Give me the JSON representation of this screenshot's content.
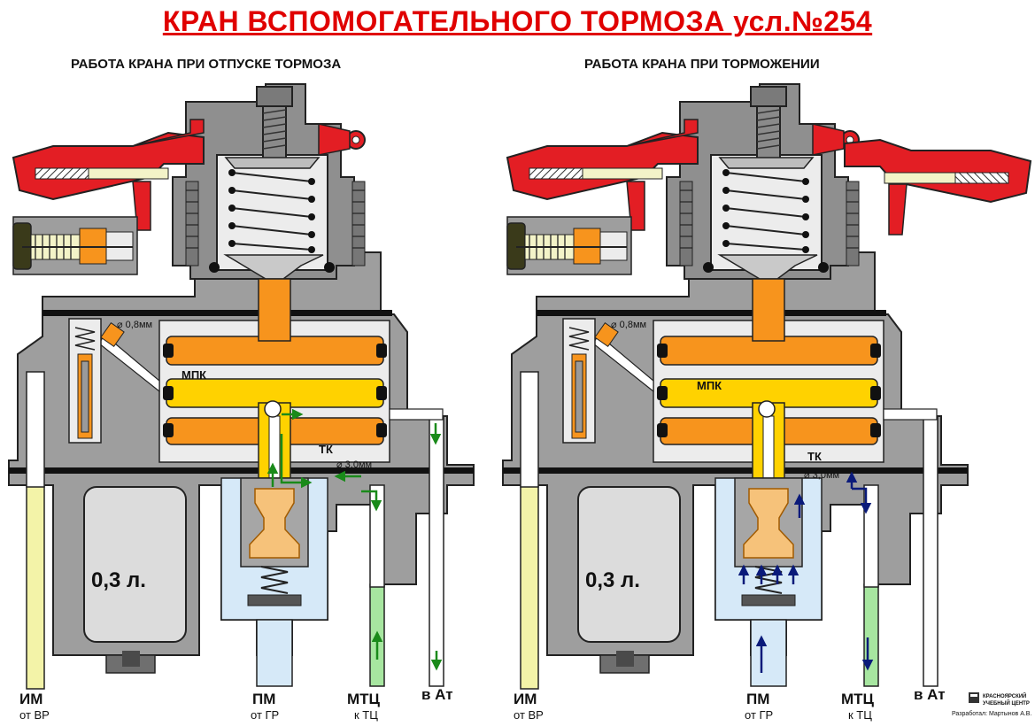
{
  "title": "КРАН ВСПОМОГАТЕЛЬНОГО ТОРМОЗА усл.№254",
  "left_diagram": {
    "subtitle": "РАБОТА КРАНА ПРИ ОТПУСКЕ ТОРМОЗА",
    "orifice_top": "⌀ 0,8мм",
    "orifice_tk": "⌀ 3,0мм",
    "mpk": "МПК",
    "tk": "ТК",
    "volume": "0,3 л.",
    "arrow_color": "#1a8a1a",
    "ports": {
      "im": {
        "label": "ИМ",
        "sub": "от ВР"
      },
      "pm": {
        "label": "ПМ",
        "sub": "от ГР"
      },
      "mtc": {
        "label": "МТЦ",
        "sub": "к ТЦ"
      },
      "at": {
        "label": "в Ат"
      }
    }
  },
  "right_diagram": {
    "subtitle": "РАБОТА КРАНА ПРИ ТОРМОЖЕНИИ",
    "orifice_top": "⌀ 0,8мм",
    "orifice_tk": "⌀ 3,0мм",
    "mpk": "МПК",
    "tk": "ТК",
    "volume": "0,3 л.",
    "arrow_color": "#0a1a7a",
    "ports": {
      "im": {
        "label": "ИМ",
        "sub": "от ВР"
      },
      "pm": {
        "label": "ПМ",
        "sub": "от ГР"
      },
      "mtc": {
        "label": "МТЦ",
        "sub": "к ТЦ"
      },
      "at": {
        "label": "в Ат"
      }
    }
  },
  "credit": {
    "center_line1": "КРАСНОЯРСКИЙ",
    "center_line2": "УЧЕБНЫЙ ЦЕНТР",
    "author": "Разработал: Мартынов А.В."
  },
  "colors": {
    "body": "#9e9e9e",
    "cavity": "#dcdcdc",
    "dark": "#3a3a3a",
    "handle": "#e31e24",
    "piston_orange": "#f7941d",
    "piston_yellow": "#ffd200",
    "pm_air": "#d6e9f8",
    "mtc_air": "#a7e6a0",
    "im_air": "#f3f3a8"
  }
}
